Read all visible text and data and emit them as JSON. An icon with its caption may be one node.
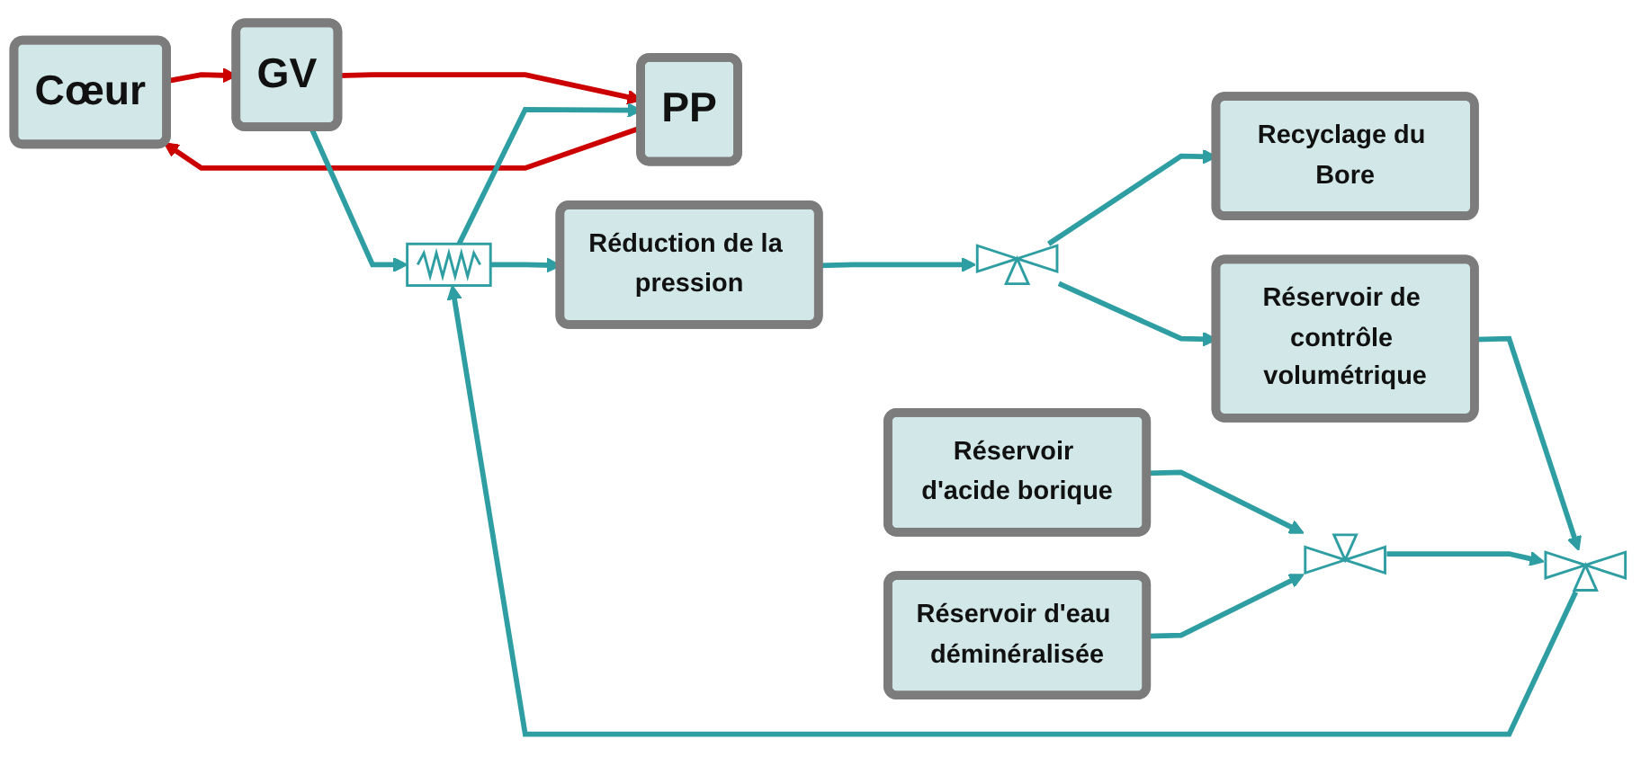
{
  "diagram": {
    "nodes": [
      {
        "text": [
          "Cœur"
        ]
      },
      {
        "text": [
          "GV"
        ]
      },
      {
        "text": [
          "PP"
        ]
      },
      {
        "text": [],
        "shape": "box"
      },
      {
        "text": [
          "Réduction de la pression"
        ]
      },
      {
        "text": [],
        "shape": "valve"
      },
      {
        "text": [
          "Recyclage du Bore"
        ]
      },
      {
        "text": [
          "Réservoir de contrôle volumétrique"
        ]
      },
      {
        "text": [],
        "shape": "valve"
      },
      {
        "text": [],
        "shape": "valve"
      },
      {
        "text": [
          "Réservoir d'acide borique"
        ]
      },
      {
        "text": [
          "Réservoir d'eau déminéralisée"
        ]
      }
    ],
    "edges": [
      {
        "from": 0,
        "to": 1,
        "arrow": "to",
        "color": "#cc0000"
      },
      {
        "from": 1,
        "to": 2,
        "arrow": "to",
        "color": "#cc0000"
      },
      {
        "from": 2,
        "to": 0,
        "arrow": "to",
        "color": "#cc0000"
      },
      {
        "from": 1,
        "to": 3,
        "arrow": "to"
      },
      {
        "from": 3,
        "to": 4,
        "arrow": "to"
      },
      {
        "from": 4,
        "to": 5,
        "arrow": "to"
      },
      {
        "from": 5,
        "to": 6,
        "arrow": "to"
      },
      {
        "from": 5,
        "to": 7,
        "arrow": "to"
      },
      {
        "from": 7,
        "to": 8,
        "arrow": "to"
      },
      {
        "from": 8,
        "to": 3,
        "arrow": "to"
      },
      {
        "from": 3,
        "to": 2,
        "arrow": "to"
      },
      {
        "from": 9,
        "to": 8,
        "arrow": "to"
      },
      {
        "from": 10,
        "to": 9,
        "arrow": "to"
      },
      {
        "from": 11,
        "to": 9,
        "arrow": "to"
      }
    ]
  }
}
